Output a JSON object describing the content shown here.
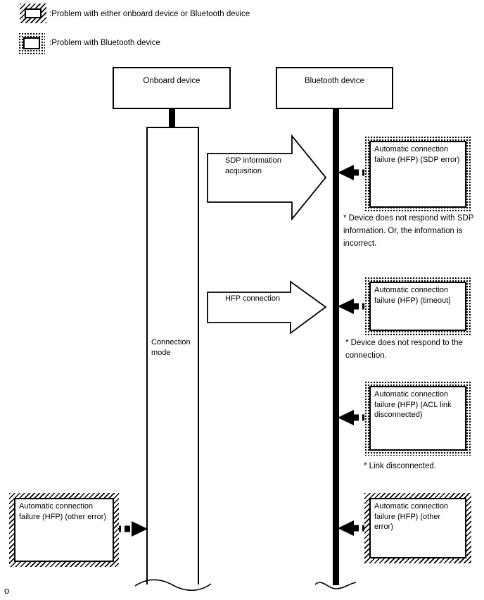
{
  "page": {
    "footer_char": "o"
  },
  "legend": {
    "items": [
      {
        "label": ":Problem with either onboard device or Bluetooth device",
        "pattern": "diagonal-hatch"
      },
      {
        "label": ":Problem with Bluetooth device",
        "pattern": "dotted-hatch"
      }
    ]
  },
  "devices": {
    "onboard": "Onboard device",
    "bluetooth": "Bluetooth device"
  },
  "timeline": {
    "mode_label": "Connection mode"
  },
  "flow_arrows": [
    {
      "label": "SDP information acquisition"
    },
    {
      "label": "HFP connection"
    }
  ],
  "failures": {
    "right": [
      {
        "label": "Automatic connection failure (HFP) (SDP error)",
        "pattern": "dotted-hatch",
        "note": "* Device does not respond with SDP information. Or, the information is incorrect."
      },
      {
        "label": "Automatic connection failure (HFP) (timeout)",
        "pattern": "dotted-hatch",
        "note": "* Device does not respond to the connection."
      },
      {
        "label": "Automatic connection failure (HFP) (ACL link disconnected)",
        "pattern": "dotted-hatch",
        "note": "* Link disconnected."
      },
      {
        "label": "Automatic connection failure (HFP) (other error)",
        "pattern": "diagonal-hatch",
        "note": ""
      }
    ],
    "left": {
      "label": "Automatic connection failure (HFP) (other error)",
      "pattern": "diagonal-hatch"
    }
  },
  "colors": {
    "ink": "#000000",
    "paper": "#ffffff"
  }
}
